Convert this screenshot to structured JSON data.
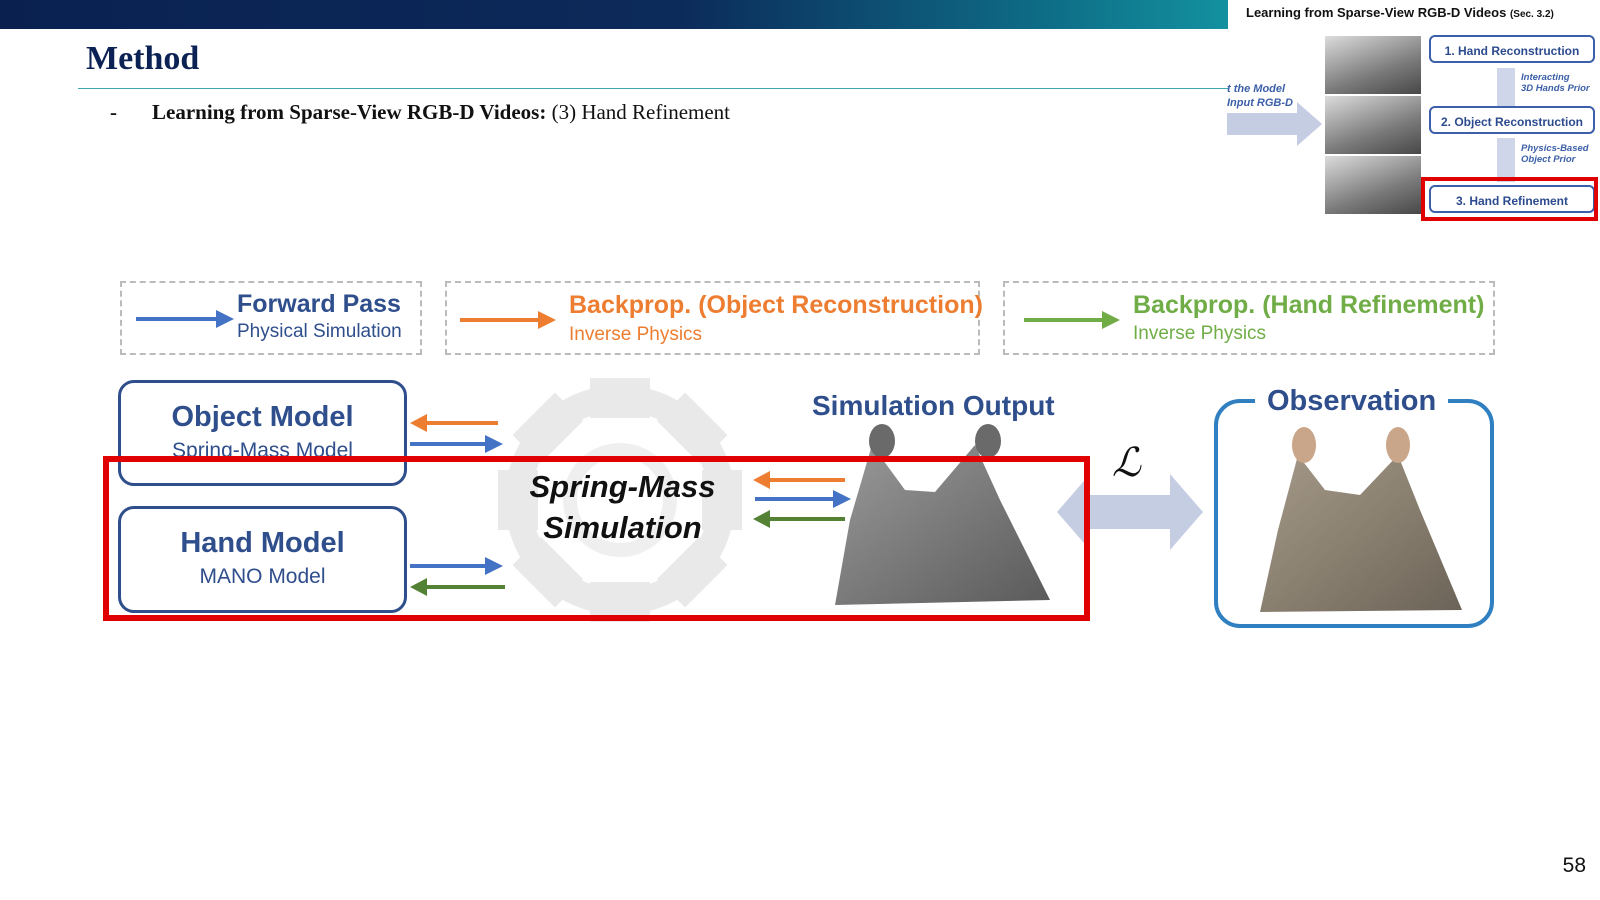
{
  "slide": {
    "title": "Method",
    "bullet": {
      "dash": "-",
      "bold_text": "Learning from Sparse-View RGB-D Videos:",
      "rest_text": " (3) Hand Refinement"
    },
    "page_number": "58"
  },
  "thumbnail": {
    "title": "Learning from Sparse-View RGB-D Videos",
    "section": "(Sec. 3.2)",
    "left_label_line1": "t the Model",
    "left_label_line2": "Input RGB-D",
    "steps": [
      "1. Hand Reconstruction",
      "2. Object Reconstruction",
      "3. Hand Refinement"
    ],
    "prior1_line1": "Interacting",
    "prior1_line2": "3D Hands Prior",
    "prior2_line1": "Physics-Based",
    "prior2_line2": "Object Prior"
  },
  "legend": {
    "forward": {
      "title": "Forward Pass",
      "subtitle": "Physical Simulation",
      "color": "#4472c4"
    },
    "backprop_object": {
      "title": "Backprop. (Object Reconstruction)",
      "subtitle": "Inverse Physics",
      "color": "#ed7d31"
    },
    "backprop_hand": {
      "title": "Backprop. (Hand Refinement)",
      "subtitle": "Inverse Physics",
      "color": "#70ad47"
    }
  },
  "diagram": {
    "object_model": {
      "title": "Object Model",
      "subtitle": "Spring-Mass Model"
    },
    "hand_model": {
      "title": "Hand Model",
      "subtitle": "MANO Model"
    },
    "simulation_line1": "Spring-Mass",
    "simulation_line2": "Simulation",
    "simulation_output": "Simulation Output",
    "observation": "Observation",
    "loss_symbol": "ℒ",
    "colors": {
      "forward": "#4472c4",
      "object_backprop": "#ed7d31",
      "hand_backprop": "#548235",
      "box_border": "#2f4e8c",
      "highlight": "#e10000"
    }
  }
}
